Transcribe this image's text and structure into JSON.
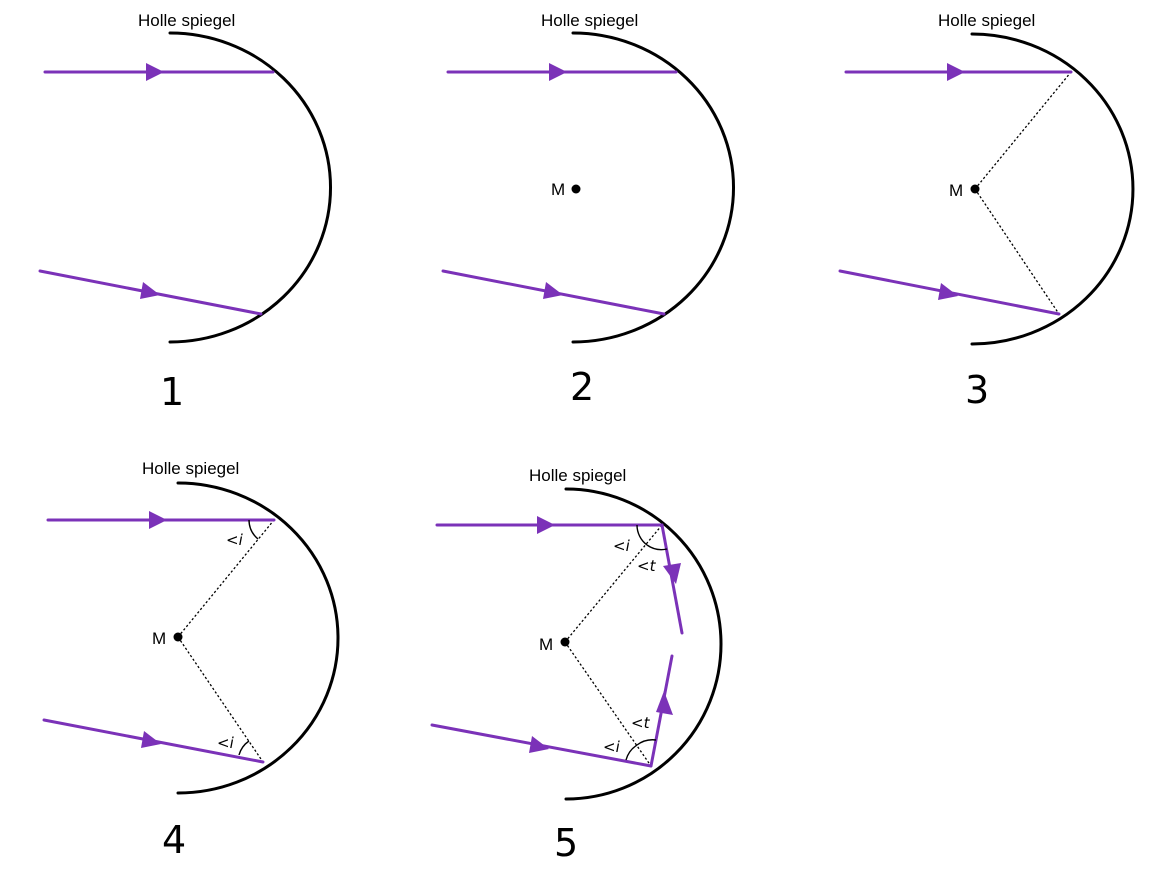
{
  "colors": {
    "ray": "#7b32b8",
    "mirror": "#000000"
  },
  "panels": [
    {
      "step": "1",
      "mirror_label": "Holle spiegel"
    },
    {
      "step": "2",
      "mirror_label": "Holle spiegel",
      "center_label": "M"
    },
    {
      "step": "3",
      "mirror_label": "Holle spiegel",
      "center_label": "M"
    },
    {
      "step": "4",
      "mirror_label": "Holle spiegel",
      "center_label": "M",
      "angle_labels": {
        "incidence_top": "<i",
        "incidence_bottom": "<i"
      }
    },
    {
      "step": "5",
      "mirror_label": "Holle spiegel",
      "center_label": "M",
      "angle_labels": {
        "incidence_top": "<i",
        "reflection_top": "<t",
        "incidence_bottom": "<i",
        "reflection_bottom": "<t"
      }
    }
  ]
}
